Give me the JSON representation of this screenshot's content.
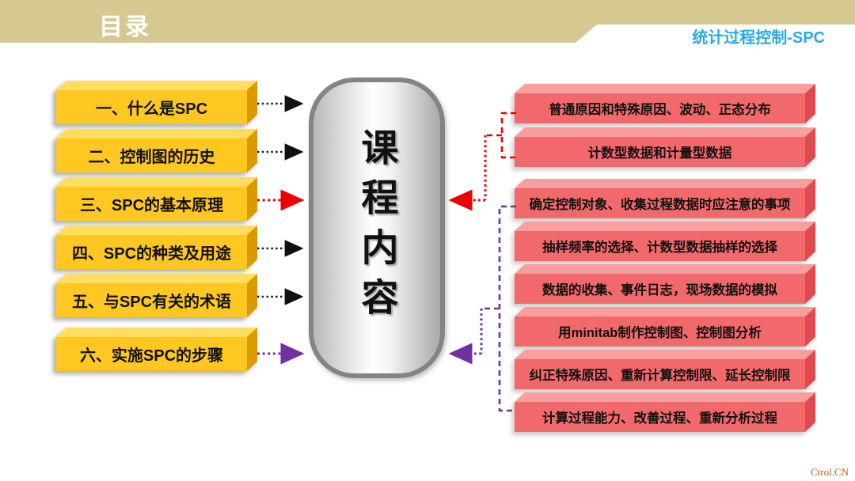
{
  "header": {
    "title": "目录",
    "course": "统计过程控制-SPC"
  },
  "center": {
    "label": "课程内容"
  },
  "chapters": {
    "items": [
      "一、什么是SPC",
      "二、控制图的历史",
      "三、SPC的基本原理",
      "四、SPC的种类及用途",
      "五、与SPC有关的术语",
      "六、实施SPC的步骤"
    ]
  },
  "topics": {
    "items": [
      "普通原因和特殊原因、波动、正态分布",
      "计数型数据和计量型数据",
      "确定控制对象、收集过程数据时应注意的事项",
      "抽样频率的选择、计数型数据抽样的选择",
      "数据的收集、事件日志，现场数据的模拟",
      "用minitab制作控制图、控制图分析",
      "纠正特殊原因、重新计算控制限、延长控制限",
      "计算过程能力、改善过程、重新分析过程"
    ]
  },
  "footer": {
    "watermark": "Ctrol.CN"
  },
  "colors": {
    "header_band": "#d5c890",
    "course_title_blue": "#29abe2",
    "chapter_box_yellow": "#ffc722",
    "topic_box_red": "#f2696b",
    "connector_black": "#111111",
    "connector_red": "#ee0000",
    "connector_purple": "#7030a0",
    "center_border_gray": "#848484",
    "watermark_color": "#c05a15"
  }
}
